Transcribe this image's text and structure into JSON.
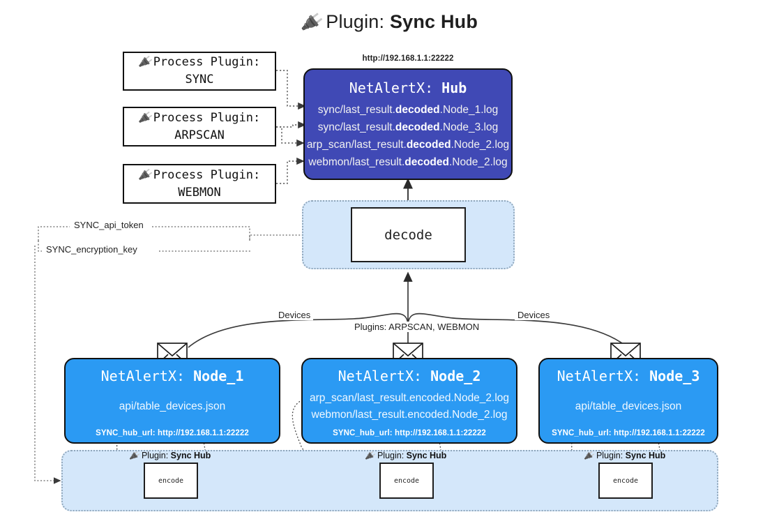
{
  "title": {
    "icon": "plug-icon",
    "prefix": "Plugin:",
    "name": "Sync Hub"
  },
  "process_plugins": [
    {
      "line1": "Process Plugin:",
      "line2": "SYNC",
      "icon": "plug-icon"
    },
    {
      "line1": "Process Plugin:",
      "line2": "ARPSCAN",
      "icon": "plug-icon"
    },
    {
      "line1": "Process Plugin:",
      "line2": "WEBMON",
      "icon": "plug-icon"
    }
  ],
  "hub": {
    "url": "http://192.168.1.1:22222",
    "title_prefix": "NetAlertX:",
    "title_name": "Hub",
    "lines": [
      {
        "pre": "sync/last_result.",
        "mid": "decoded",
        "post": ".Node_1.log"
      },
      {
        "pre": "sync/last_result.",
        "mid": "decoded",
        "post": ".Node_3.log"
      },
      {
        "pre": "arp_scan/last_result.",
        "mid": "decoded",
        "post": ".Node_2.log"
      },
      {
        "pre": "webmon/last_result.",
        "mid": "decoded",
        "post": ".Node_2.log"
      }
    ]
  },
  "decode": {
    "label": "decode"
  },
  "secrets": [
    {
      "label": "SYNC_api_token"
    },
    {
      "label": "SYNC_encryption_key"
    }
  ],
  "edge_labels": {
    "devices_left": "Devices",
    "devices_right": "Devices",
    "plugins_center": "Plugins: ARPSCAN, WEBMON"
  },
  "nodes": [
    {
      "title_prefix": "NetAlertX:",
      "title_name": "Node_1",
      "lines": [
        "api/table_devices.json"
      ],
      "url_label": "SYNC_hub_url:",
      "url_value": "http://192.168.1.1:22222"
    },
    {
      "title_prefix": "NetAlertX:",
      "title_name": "Node_2",
      "lines": [
        "arp_scan/last_result.encoded.Node_2.log",
        "webmon/last_result.encoded.Node_2.log"
      ],
      "url_label": "SYNC_hub_url:",
      "url_value": "http://192.168.1.1:22222"
    },
    {
      "title_prefix": "NetAlertX:",
      "title_name": "Node_3",
      "lines": [
        "api/table_devices.json"
      ],
      "url_label": "SYNC_hub_url:",
      "url_value": "http://192.168.1.1:22222"
    }
  ],
  "encoders": [
    {
      "tag_prefix": "Plugin:",
      "tag_name": "Sync Hub",
      "label": "encode",
      "icon": "plug-icon"
    },
    {
      "tag_prefix": "Plugin:",
      "tag_name": "Sync Hub",
      "label": "encode",
      "icon": "plug-icon"
    },
    {
      "tag_prefix": "Plugin:",
      "tag_name": "Sync Hub",
      "label": "encode",
      "icon": "plug-icon"
    }
  ],
  "colors": {
    "hub_fill": "#4049b5",
    "node_fill": "#2b9af3",
    "container_fill": "#d4e7fa",
    "stroke": "#101010",
    "dotted": "#555555"
  }
}
